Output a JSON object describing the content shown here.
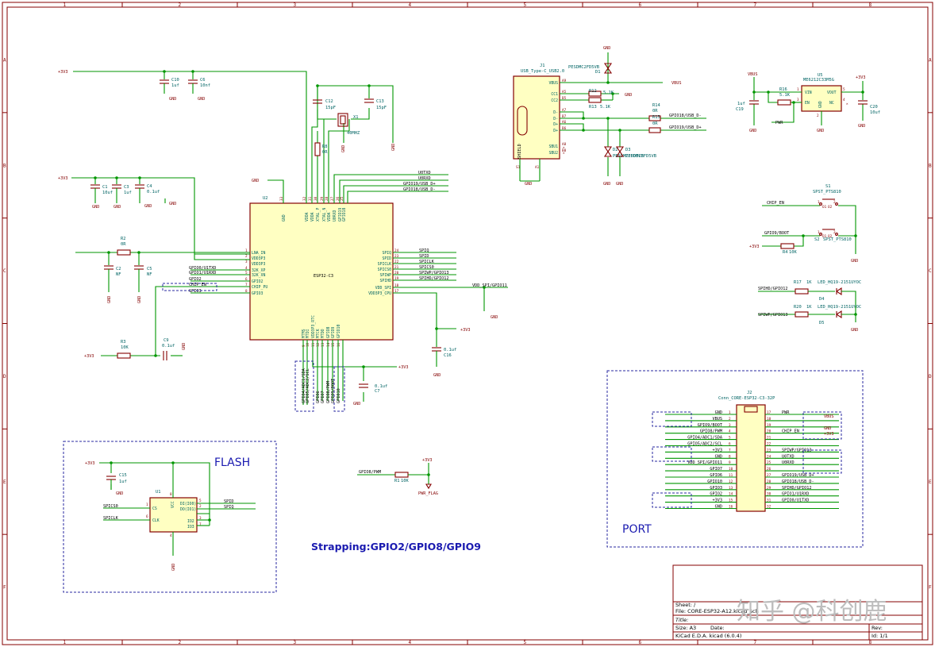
{
  "frame": {
    "columns": [
      "1",
      "2",
      "3",
      "4",
      "5",
      "6",
      "7",
      "8"
    ],
    "rows": [
      "A",
      "B",
      "C",
      "D",
      "E",
      "F"
    ]
  },
  "mcu": {
    "ref": "U2",
    "value": "ESP32-C3",
    "left_pins": [
      {
        "num": "1",
        "name": "LNA_IN"
      },
      {
        "num": "2",
        "name": "VDD3P3"
      },
      {
        "num": "3",
        "name": "VDD3P3"
      },
      {
        "num": "4",
        "name": "32K_XP"
      },
      {
        "num": "5",
        "name": "32K_XN"
      },
      {
        "num": "6",
        "name": "GPIO2"
      },
      {
        "num": "7",
        "name": "CHIP_PU"
      },
      {
        "num": "8",
        "name": "GPIO3"
      }
    ],
    "left_nets": [
      "GPIO0/U1TXD",
      "GPIO1/U1RXD",
      "GPIO2",
      "CHIP_EN",
      "GPIO3"
    ],
    "right_pins": [
      {
        "num": "24",
        "name": "SPIQ"
      },
      {
        "num": "23",
        "name": "SPID"
      },
      {
        "num": "22",
        "name": "SPICLK"
      },
      {
        "num": "21",
        "name": "SPICS0"
      },
      {
        "num": "20",
        "name": "SPIWP"
      },
      {
        "num": "19",
        "name": "SPIHD"
      },
      {
        "num": "18",
        "name": "VDD_SPI"
      },
      {
        "num": "17",
        "name": "VDD3P3_CPU"
      }
    ],
    "right_nets": [
      "SPIQ",
      "SPID",
      "SPICLK",
      "SPICS0",
      "SPIWP/GPIO13",
      "SPIHD/GPIO12",
      "VDD_SPI/GPIO11"
    ],
    "top_pins": [
      {
        "num": "33",
        "name": "GND"
      },
      {
        "num": "32",
        "name": "VDDA"
      },
      {
        "num": "31",
        "name": "VDDA"
      },
      {
        "num": "30",
        "name": "XTAL_P"
      },
      {
        "num": "29",
        "name": "XTAL_N"
      },
      {
        "num": "28",
        "name": "VDDA"
      },
      {
        "num": "27",
        "name": "U0RXD"
      },
      {
        "num": "26",
        "name": "GPIO19"
      },
      {
        "num": "25",
        "name": "GPIO18"
      }
    ],
    "top_nets": [
      "U0TXD",
      "U0RXD",
      "GPIO19/USB_D+",
      "GPIO18/USB_D-"
    ],
    "bottom_pins": [
      {
        "num": "9",
        "name": "MTMS"
      },
      {
        "num": "10",
        "name": "MTDI"
      },
      {
        "num": "11",
        "name": "VDD3P3_RTC"
      },
      {
        "num": "12",
        "name": "MTCK"
      },
      {
        "num": "13",
        "name": "MTDO"
      },
      {
        "num": "14",
        "name": "GPIO8"
      },
      {
        "num": "15",
        "name": "GPIO9"
      },
      {
        "num": "16",
        "name": "GPIO10"
      }
    ],
    "bottom_nets": [
      "GPIO4/ADC1/SDA",
      "GPIO5/ADC2/SCL",
      "GPIO6",
      "GPIO7",
      "GPIO8/PWM",
      "GPIO9/BOOT",
      "GPIO10"
    ]
  },
  "power": {
    "p3v3": "+3V3",
    "gnd": "GND",
    "vbus": "VBUS",
    "nc": "NC",
    "pwr_flag": "PWR_FLAG"
  },
  "passives": {
    "C10": {
      "ref": "C10",
      "val": "1uf"
    },
    "C6": {
      "ref": "C6",
      "val": "10nf"
    },
    "C12": {
      "ref": "C12",
      "val": "15pF"
    },
    "C13": {
      "ref": "C13",
      "val": "15pF"
    },
    "X1": {
      "ref": "X1",
      "val": "40MHZ"
    },
    "R8": {
      "ref": "R8",
      "val": "0R"
    },
    "C1": {
      "ref": "C1",
      "val": "10uf"
    },
    "C3": {
      "ref": "C3",
      "val": "1uf"
    },
    "C4": {
      "ref": "C4",
      "val": "0.1uf"
    },
    "R2": {
      "ref": "R2",
      "val": "0R"
    },
    "C2": {
      "ref": "C2",
      "val": "NF"
    },
    "C5": {
      "ref": "C5",
      "val": "NF"
    },
    "R3": {
      "ref": "R3",
      "val": "10K"
    },
    "C9": {
      "ref": "C9",
      "val": "0.1uf"
    },
    "C16": {
      "ref": "C16",
      "val": "0.1uf"
    },
    "C7": {
      "ref": "C7",
      "val": "0.1uf"
    },
    "C15": {
      "ref": "C15",
      "val": "1uf"
    },
    "R1": {
      "ref": "R1",
      "val": "10K"
    }
  },
  "usb": {
    "ref": "J1",
    "value": "USB_Type-C_USB2.0",
    "pins": [
      "VBUS",
      "CC1",
      "CC2",
      "D-",
      "D-",
      "D+",
      "D+",
      "SBU1",
      "SBU2"
    ],
    "pin_nums": [
      "A9",
      "A5",
      "B5",
      "A7",
      "B7",
      "A6",
      "B6",
      "A8",
      "B8"
    ],
    "shield": "SHIELD",
    "shield_num": "S1",
    "gnd_num": "A1",
    "d1": {
      "ref": "D1",
      "val": "PESDMC2FD5VB"
    },
    "d2": {
      "ref": "D2",
      "val": "PESDMC2FD5VB"
    },
    "d3": {
      "ref": "D3",
      "val": "PESDMC2FD5VB"
    },
    "r12": {
      "ref": "R12",
      "val": "5.1K"
    },
    "r13": {
      "ref": "R13",
      "val": "5.1K"
    },
    "r14": {
      "ref": "R14",
      "val": "0R"
    },
    "r15": {
      "ref": "R15",
      "val": "0R"
    },
    "nets": [
      "GPIO18/USB_D-",
      "GPIO19/USB_D+"
    ]
  },
  "ldo": {
    "ref": "U5",
    "value": "ME6212C33M5G",
    "pins": [
      "VIN",
      "EN",
      "VOUT",
      "NC",
      "GND"
    ],
    "pin_nums": [
      "1",
      "3",
      "5",
      "4",
      "2"
    ],
    "r16": {
      "ref": "R16",
      "val": "5.1K"
    },
    "c19": {
      "ref": "C19",
      "val": "1uf"
    },
    "c20": {
      "ref": "C20",
      "val": "10uf"
    },
    "pwr_net": "PWR"
  },
  "switches": {
    "s1": {
      "ref": "S1",
      "val": "SPST_PTS810",
      "net": "CHIP_EN"
    },
    "s2": {
      "ref": "S2",
      "val": "SPST_PTS810",
      "net": "GPIO9/BOOT"
    },
    "r4": {
      "ref": "R4",
      "val": "10K"
    },
    "pin_nums": [
      "1",
      "O1",
      "2",
      "O2"
    ]
  },
  "leds": {
    "d4": {
      "ref": "D4",
      "val": "LED_HQ19-2151UYOC",
      "net": "SPIHD/GPIO12",
      "r": "R17",
      "rval": "1K"
    },
    "d5": {
      "ref": "D5",
      "val": "LED_HQ19-2151UYOC",
      "net": "SPIWP/GPIO13",
      "r": "R20",
      "rval": "1K"
    }
  },
  "flash": {
    "title": "FLASH",
    "ref": "U1",
    "pins_left": [
      "CS",
      "CLK"
    ],
    "pins_left_num": [
      "1",
      "6"
    ],
    "pins_right": [
      "DI(IO0)",
      "DO(IO1)",
      "IO2",
      "IO3"
    ],
    "pins_right_num": [
      "5",
      "2",
      "3",
      "7"
    ],
    "vcc": "VCC",
    "vcc_num": "8",
    "gnd_num": "4",
    "nets_left": [
      "SPICS0",
      "SPICLK"
    ],
    "nets_right": [
      "SPID",
      "SPIQ"
    ]
  },
  "pwm": {
    "net": "GPIO8/PWM"
  },
  "strapping": "Strapping:GPIO2/GPIO8/GPIO9",
  "port": {
    "title": "PORT",
    "ref": "J2",
    "value": "Conn_CORE-ESP32-C3-32P",
    "left_nums": [
      "1",
      "2",
      "3",
      "4",
      "5",
      "6",
      "7",
      "8",
      "9",
      "10",
      "11",
      "12",
      "13",
      "14",
      "15",
      "16"
    ],
    "right_nums": [
      "17",
      "18",
      "19",
      "20",
      "21",
      "22",
      "23",
      "24",
      "25",
      "26",
      "27",
      "28",
      "29",
      "30",
      "31",
      "32"
    ],
    "left_nets": [
      "GND",
      "VBUS",
      "GPIO9/BOOT",
      "GPIO8/PWM",
      "GPIO4/ADC1/SDA",
      "GPIO5/ADC2/SCL",
      "+3V3",
      "GND",
      "VDD_SPI/GPIO11",
      "GPIO7",
      "GPIO6",
      "GPIO10",
      "GPIO3",
      "GPIO2",
      "+3V3",
      "GND"
    ],
    "right_nets": [
      "PWR",
      "",
      "",
      "CHIP_EN",
      "",
      "",
      "SPIWP/GPIO13",
      "U0TXD",
      "U0RXD",
      "",
      "GPIO19/USB_D+",
      "GPIO18/USB_D-",
      "SPIHD/GPIO12",
      "GPIO1/U1RXD",
      "GPIO0/U1TXD",
      ""
    ],
    "right_pwr": [
      "VBUS",
      "GND",
      "+3V3"
    ]
  },
  "title_block": {
    "sheet": "Sheet: /",
    "file": "File: CORE-ESP32-A12.kicad_sch",
    "title": "Title:",
    "size": "Size: A3",
    "date": "Date:",
    "rev": "Rev:",
    "kicad": "KiCad E.D.A.  kicad (6.0.4)",
    "id": "Id: 1/1"
  },
  "watermark": "知乎 @科创鹿"
}
